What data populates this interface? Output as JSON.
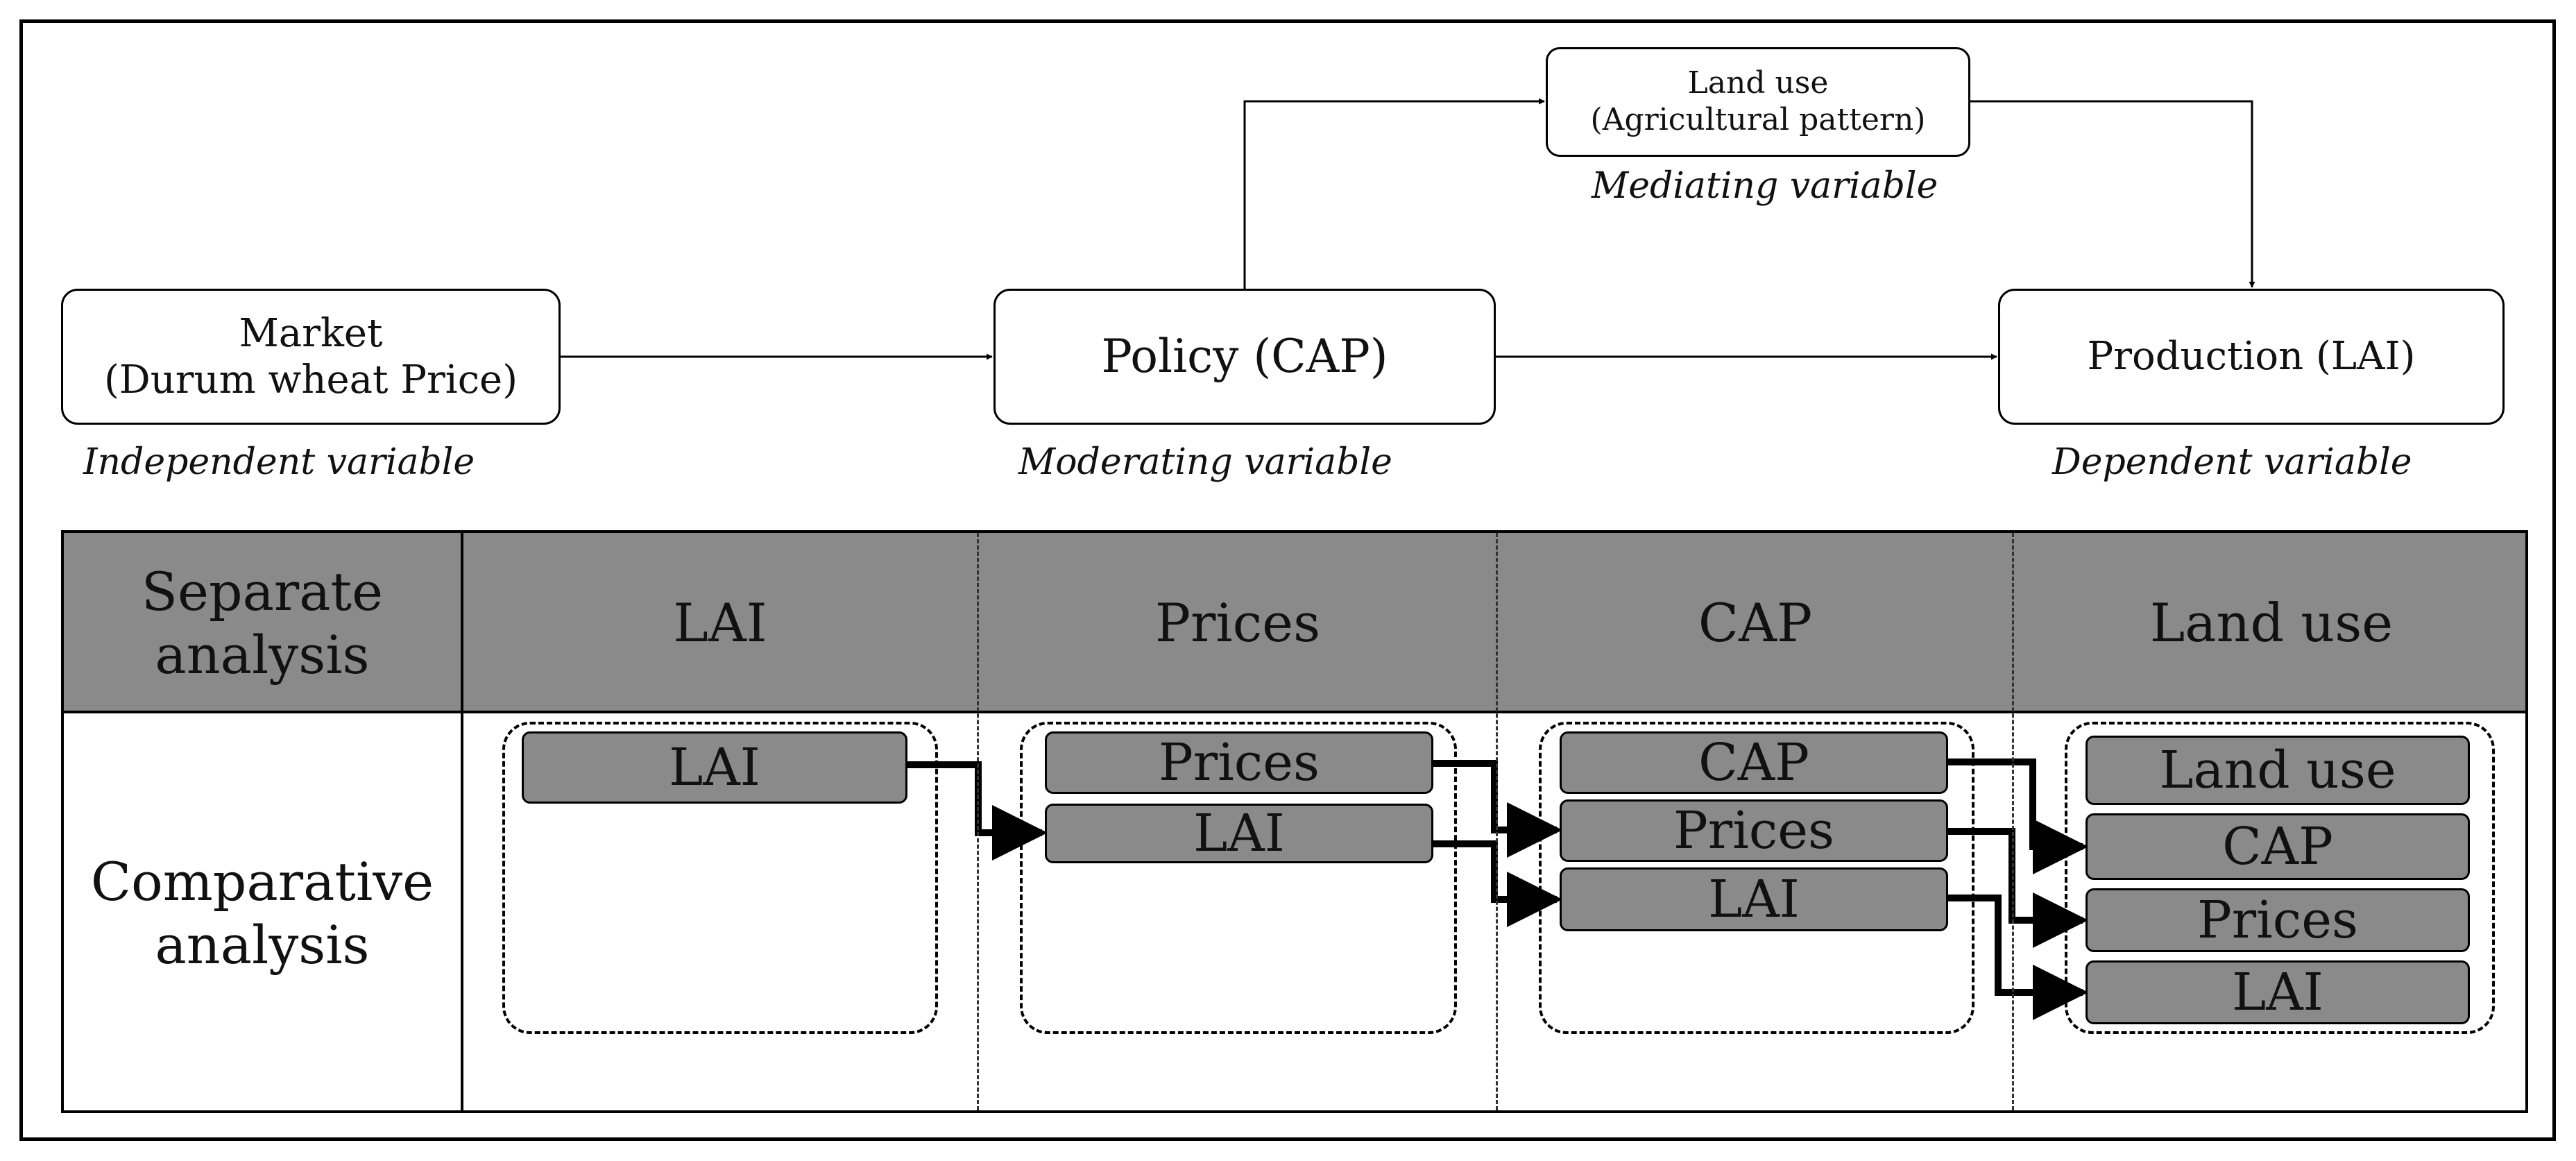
{
  "flow": {
    "market": {
      "label": "Market\n(Durum wheat Price)",
      "caption": "Independent variable"
    },
    "policy": {
      "label": "Policy  (CAP)",
      "caption": "Moderating variable"
    },
    "land_use": {
      "label": "Land use\n(Agricultural pattern)",
      "caption": "Mediating variable"
    },
    "production": {
      "label": "Production (LAI)",
      "caption": "Dependent variable"
    }
  },
  "table": {
    "row_headers": [
      "Separate\nanalysis",
      "Comparative\nanalysis"
    ],
    "columns": [
      "LAI",
      "Prices",
      "CAP",
      "Land use"
    ],
    "groups": [
      [
        "LAI"
      ],
      [
        "Prices",
        "LAI"
      ],
      [
        "CAP",
        "Prices",
        "LAI"
      ],
      [
        "Land use",
        "CAP",
        "Prices",
        "LAI"
      ]
    ]
  },
  "colors": {
    "header_fill": "#8a8a8a",
    "chip_fill": "#8a8a8a",
    "line": "#000000"
  }
}
